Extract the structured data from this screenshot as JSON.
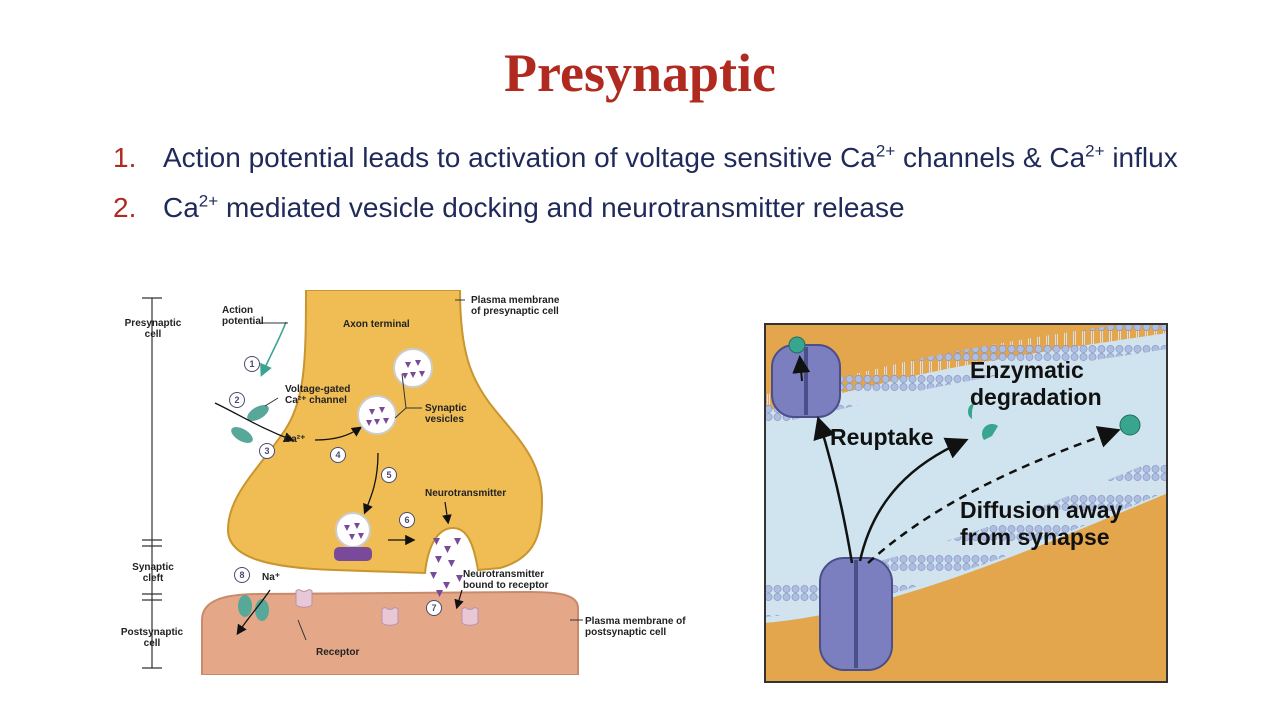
{
  "slide": {
    "title": "Presynaptic",
    "bullets": [
      {
        "number": "1.",
        "text_a": "Action potential leads to activation of voltage sensitive Ca",
        "sup_a": "2+",
        "text_b": " channels & Ca",
        "sup_b": "2+",
        "text_c": " influx"
      },
      {
        "number": "2.",
        "text_a": "Ca",
        "sup_a": "2+",
        "text_b": " mediated vesicle docking and neurotransmitter release"
      }
    ]
  },
  "figure_left": {
    "side_labels": {
      "presynaptic": "Presynaptic cell",
      "synaptic_cleft": "Synaptic cleft",
      "postsynaptic": "Postsynaptic cell"
    },
    "labels": {
      "action_potential": "Action potential",
      "axon_terminal": "Axon terminal",
      "plasma_presyn": "Plasma membrane of presynaptic cell",
      "voltage_gated": "Voltage-gated Ca²⁺ channel",
      "synaptic_vesicles": "Synaptic vesicles",
      "ca": "Ca²⁺",
      "neurotransmitter": "Neurotransmitter",
      "na": "Na⁺",
      "nt_bound": "Neurotransmitter bound to receptor",
      "plasma_postsyn": "Plasma membrane of postsynaptic cell",
      "receptor": "Receptor"
    },
    "steps": [
      "1",
      "2",
      "3",
      "4",
      "5",
      "6",
      "7",
      "8"
    ],
    "colors": {
      "presynaptic": "#f0bd55",
      "postsynaptic": "#e4a889",
      "vesicle": "#7a4a9a",
      "channel": "#58a89a"
    }
  },
  "figure_right": {
    "labels": {
      "reuptake": "Reuptake",
      "enzymatic": "Enzymatic degradation",
      "diffusion": "Diffusion away from synapse"
    },
    "colors": {
      "background": "#cfe4ee",
      "membrane": "#9fb0d8",
      "transporter": "#7b7fc0",
      "molecule": "#3aa58f",
      "cell": "#e4a64c"
    }
  }
}
